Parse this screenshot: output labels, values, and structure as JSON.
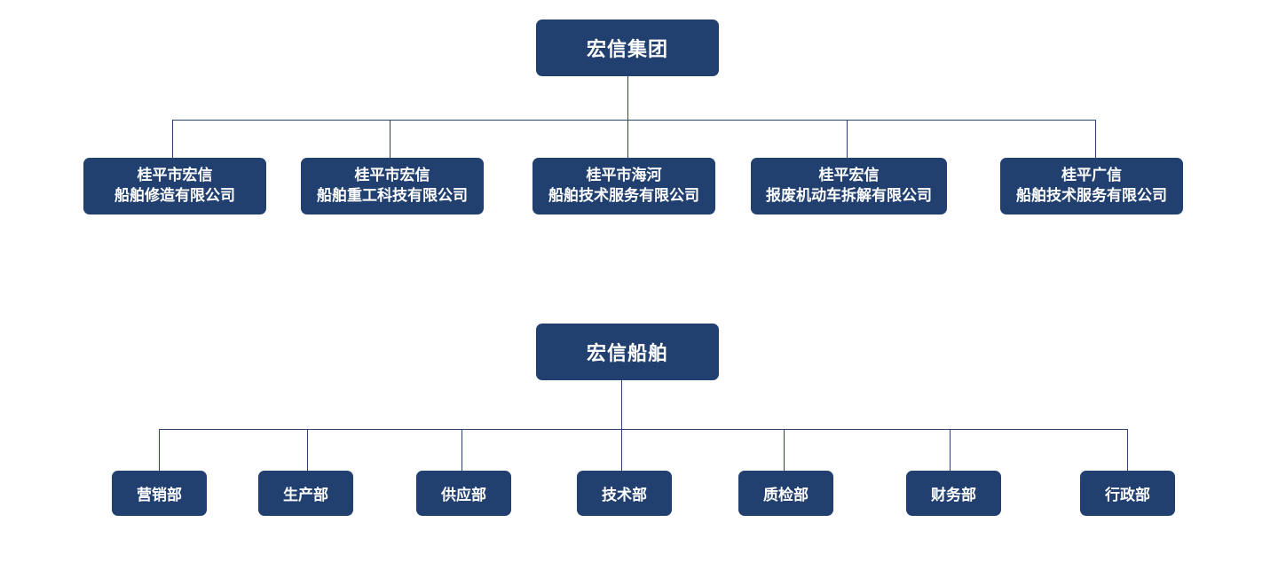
{
  "colors": {
    "box_fill": "#22406f",
    "box_text": "#ffffff",
    "connector": "#2b4470",
    "background": "#ffffff"
  },
  "group_chart": {
    "root": "宏信集团",
    "children": [
      {
        "line1": "桂平市宏信",
        "line2": "船舶修造有限公司"
      },
      {
        "line1": "桂平市宏信",
        "line2": "船舶重工科技有限公司"
      },
      {
        "line1": "桂平市海河",
        "line2": "船舶技术服务有限公司"
      },
      {
        "line1": "桂平宏信",
        "line2": "报废机动车拆解有限公司"
      },
      {
        "line1": "桂平广信",
        "line2": "船舶技术服务有限公司"
      }
    ]
  },
  "shipping_chart": {
    "root": "宏信船舶",
    "departments": [
      "营销部",
      "生产部",
      "供应部",
      "技术部",
      "质检部",
      "财务部",
      "行政部"
    ]
  }
}
